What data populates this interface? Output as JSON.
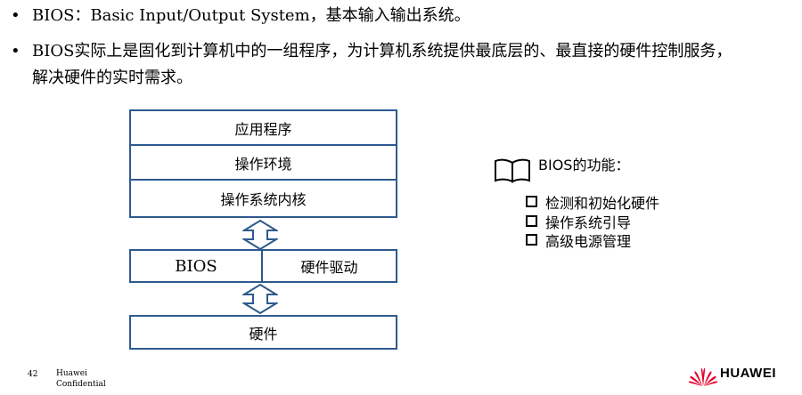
{
  "bullets": [
    {
      "symbol": "•",
      "text": "BIOS：Basic Input/Output System，基本输入输出系统。"
    },
    {
      "symbol": "•",
      "line1": "BIOS实际上是固化到计算机中的一组程序，为计算机系统提供最底层的、最直接的硬件控制服务，",
      "line2": "解决硬件的实时需求。"
    }
  ],
  "diagram": {
    "app": "应用程序",
    "env": "操作环境",
    "kernel": "操作系统内核",
    "bios": "BIOS",
    "driver": "硬件驱动",
    "hardware": "硬件",
    "stroke_color": "#2e5a8f"
  },
  "functions": {
    "icon": "book-icon",
    "title": "BIOS的功能：",
    "items": [
      "检测和初始化硬件",
      "操作系统引导",
      "高级电源管理"
    ]
  },
  "footer": {
    "page": "42",
    "company_line1": "Huawei",
    "company_line2": "Confidential",
    "brand": "HUAWEI",
    "brand_color": "#e4002b"
  }
}
